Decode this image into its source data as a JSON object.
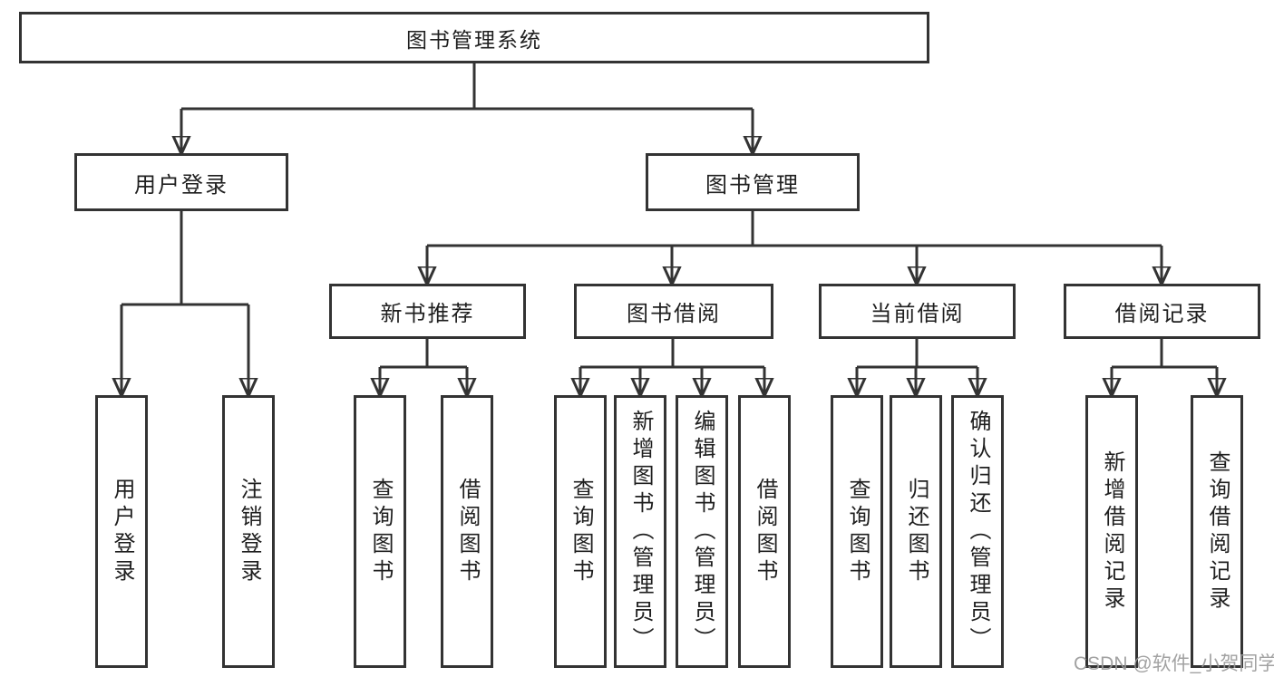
{
  "tree": {
    "root": "图书管理系统",
    "branches": [
      {
        "label": "用户登录",
        "leaves": [
          "用户登录",
          "注销登录"
        ]
      },
      {
        "label": "图书管理",
        "groups": [
          {
            "label": "新书推荐",
            "leaves": [
              "查询图书",
              "借阅图书"
            ]
          },
          {
            "label": "图书借阅",
            "leaves": [
              "查询图书",
              "新增图书（管理员）",
              "编辑图书（管理员）",
              "借阅图书"
            ]
          },
          {
            "label": "当前借阅",
            "leaves": [
              "查询图书",
              "归还图书",
              "确认归还（管理员）"
            ]
          },
          {
            "label": "借阅记录",
            "leaves": [
              "新增借阅记录",
              "查询借阅记录"
            ]
          }
        ]
      }
    ]
  },
  "colors": {
    "line": "#333333",
    "text": "#1f1f1f",
    "watermark": "#9a9a9a",
    "background": "#ffffff"
  },
  "watermark": "CSDN @软件_小贺同学"
}
